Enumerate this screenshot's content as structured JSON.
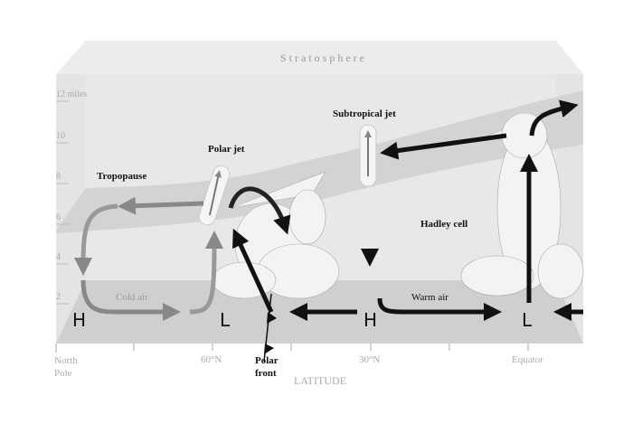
{
  "title_region": "Stratosphere",
  "y_axis": {
    "labels": [
      "12 miles",
      "10",
      "8",
      "6",
      "4",
      "2"
    ]
  },
  "x_axis": {
    "title": "LATITUDE",
    "labels": {
      "north_pole": "North Pole",
      "lat60": "60°N",
      "polar_front": "Polar front",
      "lat30": "30°N",
      "equator": "Equator"
    }
  },
  "labels": {
    "tropopause": "Tropopause",
    "polar_jet": "Polar jet",
    "subtropical_jet": "Subtropical jet",
    "hadley_cell": "Hadley cell",
    "cold_air": "Cold air",
    "warm_air": "Warm air"
  },
  "pressure": {
    "h1": "H",
    "l1": "L",
    "h2": "H",
    "l2": "L"
  }
}
